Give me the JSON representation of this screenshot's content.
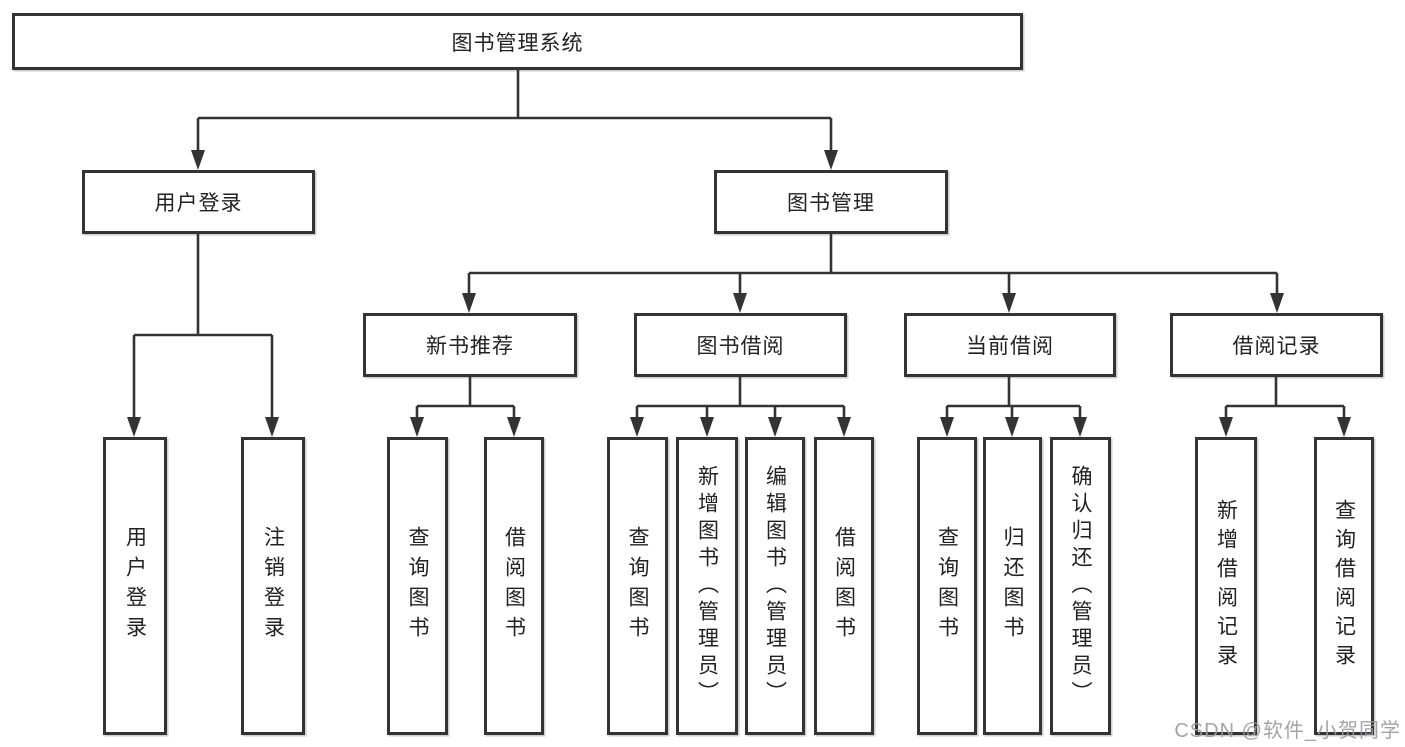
{
  "diagram": {
    "type": "hierarchy-tree",
    "tree": {
      "root": {
        "label": "图书管理系统",
        "children": [
          {
            "label": "用户登录",
            "children": [
              {
                "label": "用户登录"
              },
              {
                "label": "注销登录"
              }
            ]
          },
          {
            "label": "图书管理",
            "children": [
              {
                "label": "新书推荐",
                "children": [
                  {
                    "label": "查询图书"
                  },
                  {
                    "label": "借阅图书"
                  }
                ]
              },
              {
                "label": "图书借阅",
                "children": [
                  {
                    "label": "查询图书"
                  },
                  {
                    "label": "新增图书（管理员）"
                  },
                  {
                    "label": "编辑图书（管理员）"
                  },
                  {
                    "label": "借阅图书"
                  }
                ]
              },
              {
                "label": "当前借阅",
                "children": [
                  {
                    "label": "查询图书"
                  },
                  {
                    "label": "归还图书"
                  },
                  {
                    "label": "确认归还（管理员）"
                  }
                ]
              },
              {
                "label": "借阅记录",
                "children": [
                  {
                    "label": "新增借阅记录"
                  },
                  {
                    "label": "查询借阅记录"
                  }
                ]
              }
            ]
          }
        ]
      }
    },
    "colors": {
      "line": "#333333",
      "box_border": "#333333",
      "box_background": "#ffffff",
      "text": "#222222",
      "watermark": "#9b9b9f"
    }
  },
  "watermark": {
    "text": "CSDN @软件_小贺同学"
  }
}
